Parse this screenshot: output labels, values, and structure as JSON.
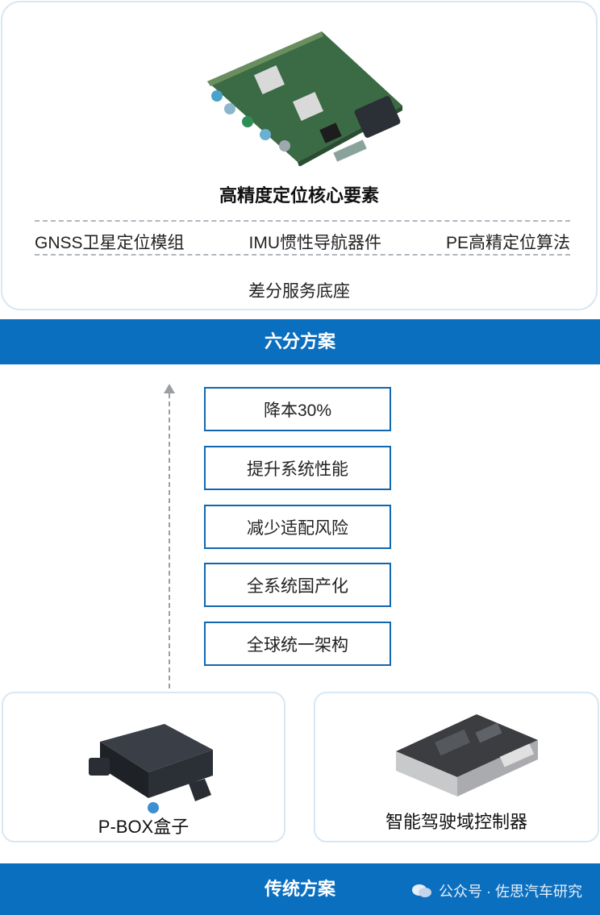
{
  "upper": {
    "core_title": "高精度定位核心要素",
    "elements": [
      "GNSS卫星定位模组",
      "IMU惯性导航器件",
      "PE高精定位算法"
    ],
    "base": "差分服务底座",
    "board_image": "pcb-board-icon"
  },
  "band_top": {
    "label": "六分方案"
  },
  "benefits": [
    "降本30%",
    "提升系统性能",
    "减少适配风险",
    "全系统国产化",
    "全球统一架构"
  ],
  "products": [
    {
      "label": "P-BOX盒子",
      "image": "pbox-icon"
    },
    {
      "label": "智能驾驶域控制器",
      "image": "domain-controller-icon"
    }
  ],
  "band_bottom": {
    "label": "传统方案"
  },
  "watermark": {
    "text": "公众号 · 佐思汽车研究",
    "icon": "wechat-icon"
  },
  "colors": {
    "accent_blue": "#0b6fc0",
    "card_border": "#d7e7f3",
    "box_border": "#1067b0"
  }
}
